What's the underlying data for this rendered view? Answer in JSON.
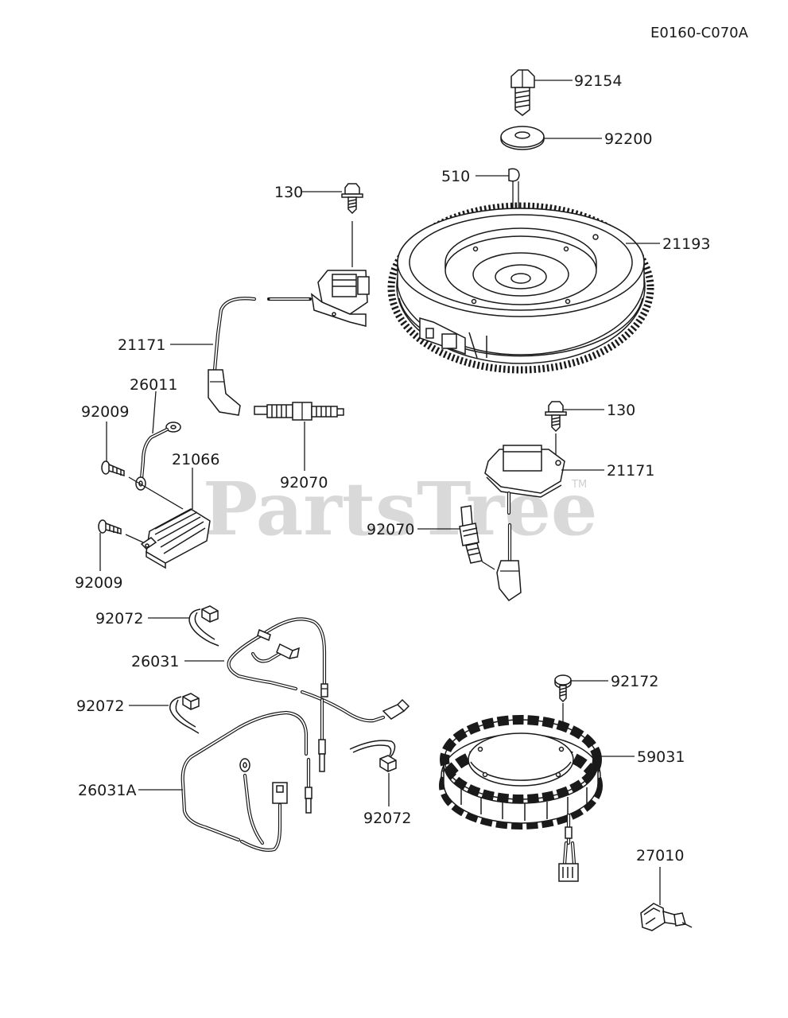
{
  "diagram_code": "E0160-C070A",
  "watermark": {
    "text": "PartsTree",
    "tm": "TM"
  },
  "callouts": {
    "p92154": "92154",
    "p92200": "92200",
    "p510": "510",
    "p130_top": "130",
    "p21193": "21193",
    "p21171_left": "21171",
    "p26011": "26011",
    "p92009_top": "92009",
    "p21066": "21066",
    "p92070_left": "92070",
    "p130_mid": "130",
    "p21171_right": "21171",
    "p92070_right": "92070",
    "p92009_bottom": "92009",
    "p92072_a": "92072",
    "p26031": "26031",
    "p92172": "92172",
    "p92072_b": "92072",
    "p59031": "59031",
    "p26031A": "26031A",
    "p92072_c": "92072",
    "p27010": "27010"
  }
}
